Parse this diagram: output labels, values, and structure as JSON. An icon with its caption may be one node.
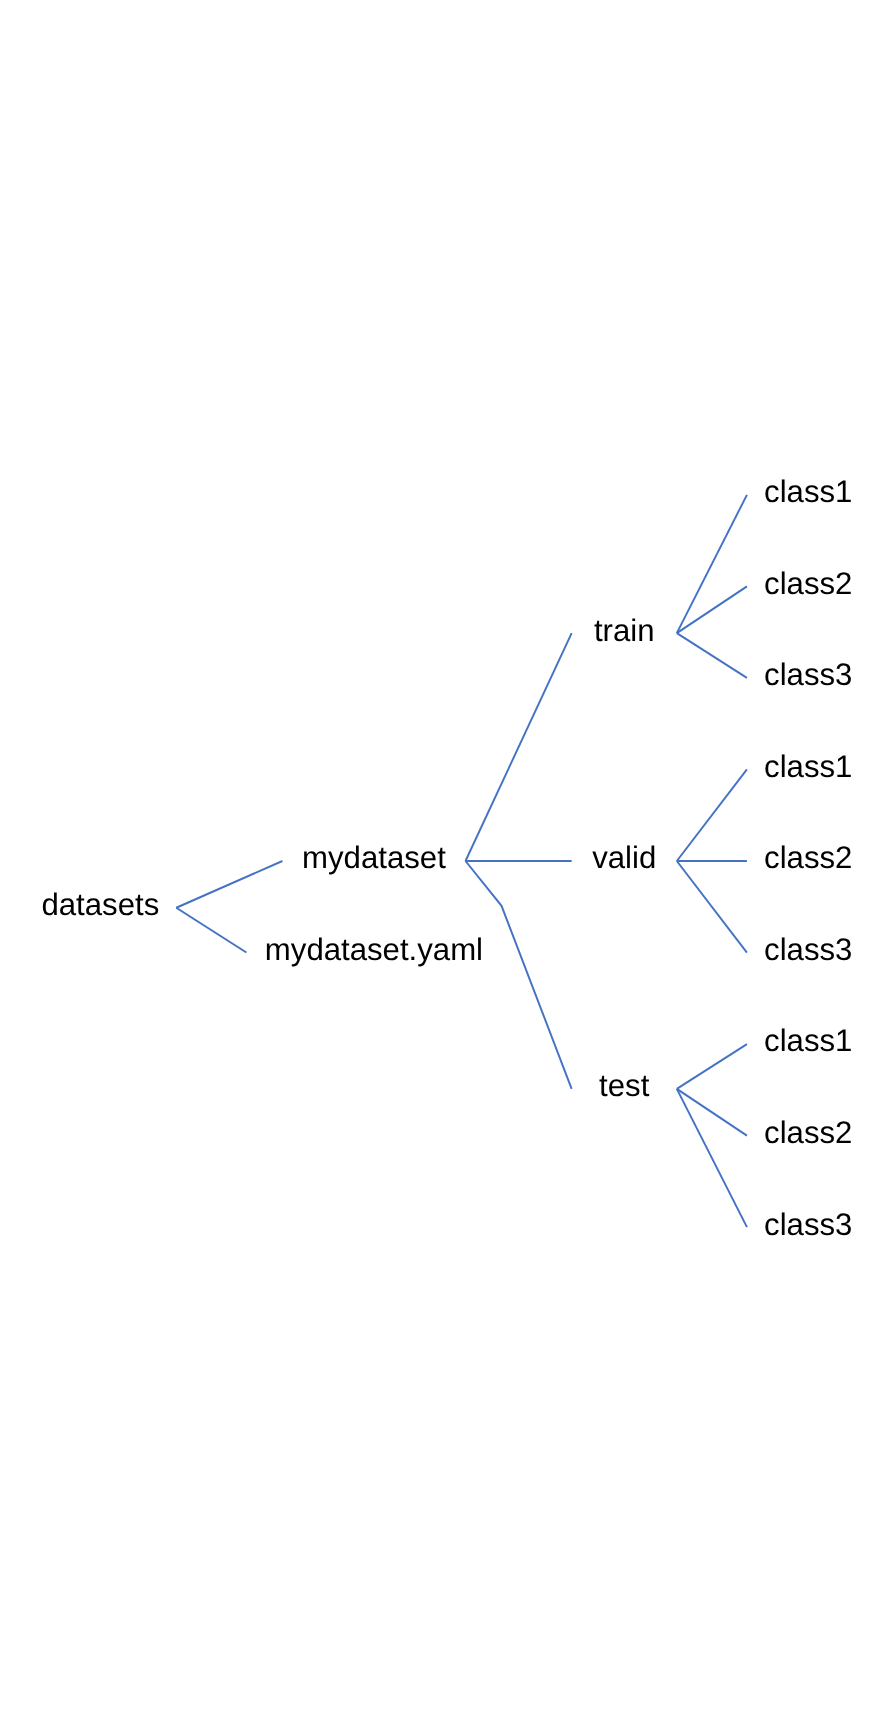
{
  "diagram": {
    "nodes": [
      {
        "text": [
          "datasets"
        ]
      },
      {
        "text": [
          "mydataset"
        ]
      },
      {
        "text": [
          "train"
        ]
      },
      {
        "text": [
          "class1"
        ]
      },
      {
        "text": [
          "class2"
        ]
      },
      {
        "text": [
          "class3"
        ]
      },
      {
        "text": [
          "valid"
        ]
      },
      {
        "text": [
          "class1"
        ]
      },
      {
        "text": [
          "class2"
        ]
      },
      {
        "text": [
          "class3"
        ]
      },
      {
        "text": [
          "test"
        ]
      },
      {
        "text": [
          "class1"
        ]
      },
      {
        "text": [
          "class2"
        ]
      },
      {
        "text": [
          "class3"
        ]
      },
      {
        "text": [
          "mydataset.yaml"
        ]
      }
    ],
    "edges": [
      {
        "from": 0,
        "to": 1,
        "arrow": "none"
      },
      {
        "from": 1,
        "to": 2,
        "arrow": "none"
      },
      {
        "from": 2,
        "to": 3,
        "arrow": "none"
      },
      {
        "from": 2,
        "to": 4,
        "arrow": "none"
      },
      {
        "from": 2,
        "to": 5,
        "arrow": "none"
      },
      {
        "from": 1,
        "to": 6,
        "arrow": "none"
      },
      {
        "from": 6,
        "to": 7,
        "arrow": "none"
      },
      {
        "from": 6,
        "to": 8,
        "arrow": "none"
      },
      {
        "from": 6,
        "to": 9,
        "arrow": "none"
      },
      {
        "from": 1,
        "to": 10,
        "arrow": "none"
      },
      {
        "from": 10,
        "to": 11,
        "arrow": "none"
      },
      {
        "from": 10,
        "to": 12,
        "arrow": "none"
      },
      {
        "from": 10,
        "to": 13,
        "arrow": "none"
      },
      {
        "from": 0,
        "to": 14,
        "arrow": "none"
      }
    ]
  }
}
